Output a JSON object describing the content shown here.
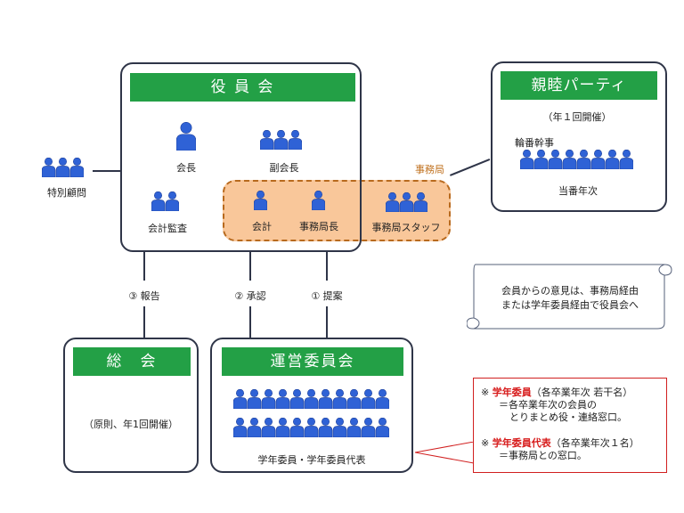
{
  "yakuinkai": {
    "title": "役 員 会",
    "roles": {
      "kaicho": "会長",
      "fukukaicho": "副会長",
      "kaikei_kansa": "会計監査",
      "kaikei": "会計",
      "jimukyokucho": "事務局長"
    }
  },
  "tokubetsu_komon": "特別顧問",
  "jimukyoku": {
    "label": "事務局",
    "staff": "事務局スタッフ"
  },
  "shinboku_party": {
    "title": "親睦パーティ",
    "frequency": "（年１回開催）",
    "rinban_kanji": "輪番幹事",
    "toban_nenji": "当番年次"
  },
  "connectors": {
    "hokoku": "③ 報告",
    "shonin": "② 承認",
    "teian": "① 提案"
  },
  "sokai": {
    "title": "総　会",
    "note": "（原則、年1回開催）"
  },
  "uneiiinkai": {
    "title": "運営委員会",
    "members": "学年委員・学年委員代表"
  },
  "scroll_note": {
    "line1": "会員からの意見は、事務局経由",
    "line2": "または学年委員経由で役員会へ"
  },
  "definitions": [
    {
      "mark": "※",
      "term": "学年委員",
      "paren": "（各卒業年次 若干名）",
      "desc1": "＝各卒業年次の会員の",
      "desc2": "とりまとめ役・連絡窓口。"
    },
    {
      "mark": "※",
      "term": "学年委員代表",
      "paren": "（各卒業年次１名）",
      "desc1": "＝事務局との窓口。"
    }
  ],
  "colors": {
    "header_green": "#23a046",
    "person_blue": "#2f62d6",
    "jimukyoku_fill": "#f9c79a",
    "jimukyoku_label": "#c0711f",
    "note_red": "#d71b1b"
  }
}
